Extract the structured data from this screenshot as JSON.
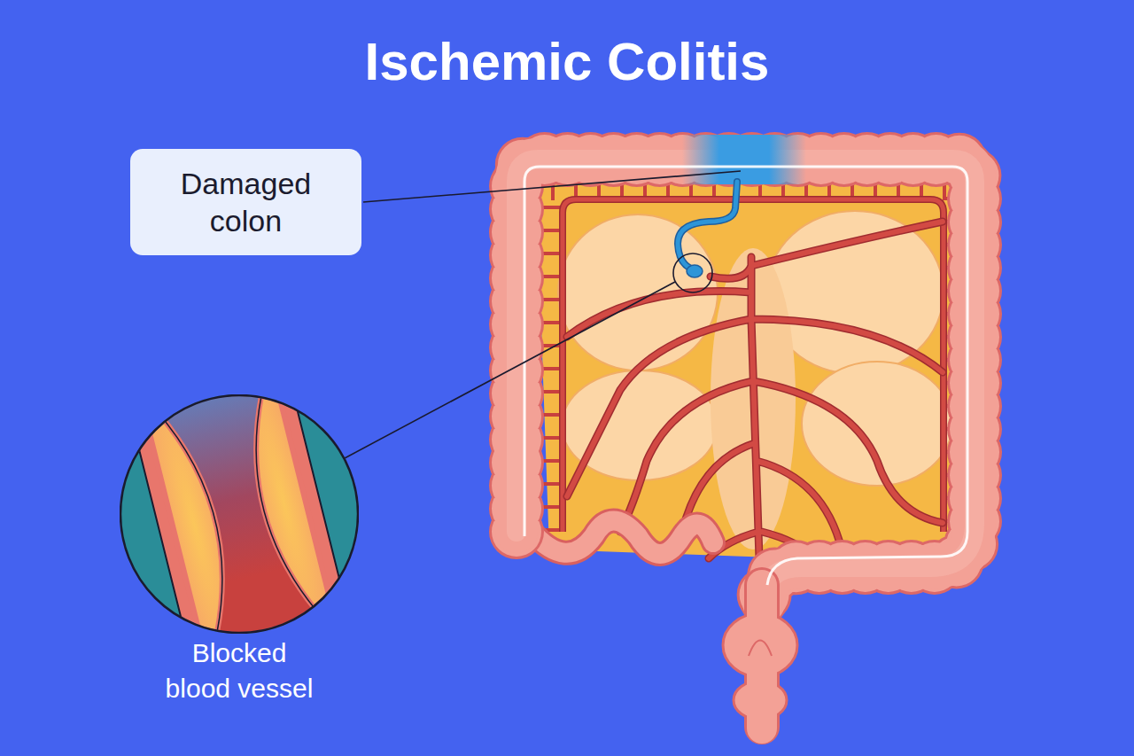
{
  "diagram": {
    "title": "Ischemic Colitis",
    "nodes": [
      {
        "text": [
          "Damaged colon"
        ]
      },
      {
        "text": [
          "Blocked blood vessel"
        ]
      }
    ]
  }
}
